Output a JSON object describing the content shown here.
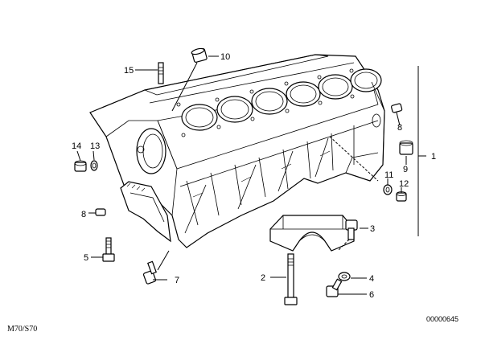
{
  "diagram": {
    "callouts": [
      {
        "id": "c1",
        "label": "1"
      },
      {
        "id": "c2",
        "label": "2"
      },
      {
        "id": "c3",
        "label": "3"
      },
      {
        "id": "c4",
        "label": "4"
      },
      {
        "id": "c5",
        "label": "5"
      },
      {
        "id": "c6",
        "label": "6"
      },
      {
        "id": "c7",
        "label": "7"
      },
      {
        "id": "c8a",
        "label": "8"
      },
      {
        "id": "c8b",
        "label": "8"
      },
      {
        "id": "c9",
        "label": "9"
      },
      {
        "id": "c10",
        "label": "10"
      },
      {
        "id": "c11",
        "label": "11"
      },
      {
        "id": "c12",
        "label": "12"
      },
      {
        "id": "c13",
        "label": "13"
      },
      {
        "id": "c14",
        "label": "14"
      },
      {
        "id": "c15",
        "label": "15"
      }
    ],
    "model_label": "M70/S70",
    "diagram_code": "00000645"
  }
}
